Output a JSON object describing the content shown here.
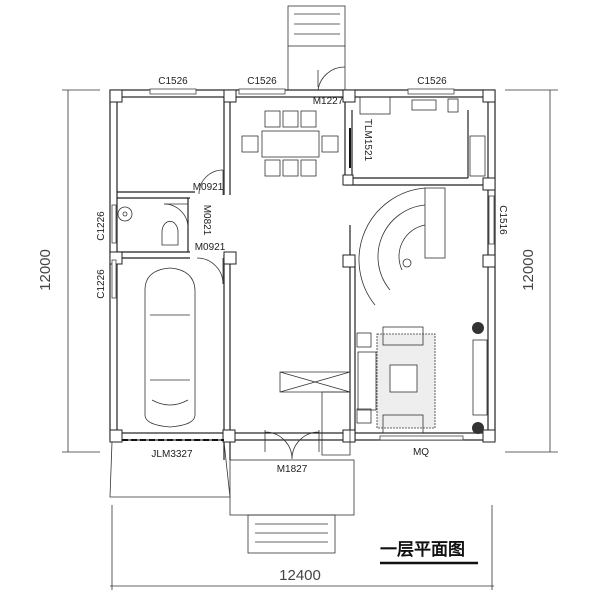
{
  "title": "一层平面图",
  "dimensions": {
    "left": "12000",
    "right": "12000",
    "bottom": "12400"
  },
  "windows": {
    "bedroom_top": "C1526",
    "dining_top": "C1526",
    "kitchen_top": "C1526",
    "bath_left": "C1226",
    "garage_left": "C1226",
    "living_right": "C1516",
    "living_bottom": "MQ"
  },
  "doors": {
    "back_door": "M1227",
    "kitchen_sliding": "TLM1521",
    "bedroom_door": "M0921",
    "bath_door": "M0821",
    "garage_door_inner": "M0921",
    "garage_rolling": "JLM3327",
    "front_door": "M1827"
  }
}
